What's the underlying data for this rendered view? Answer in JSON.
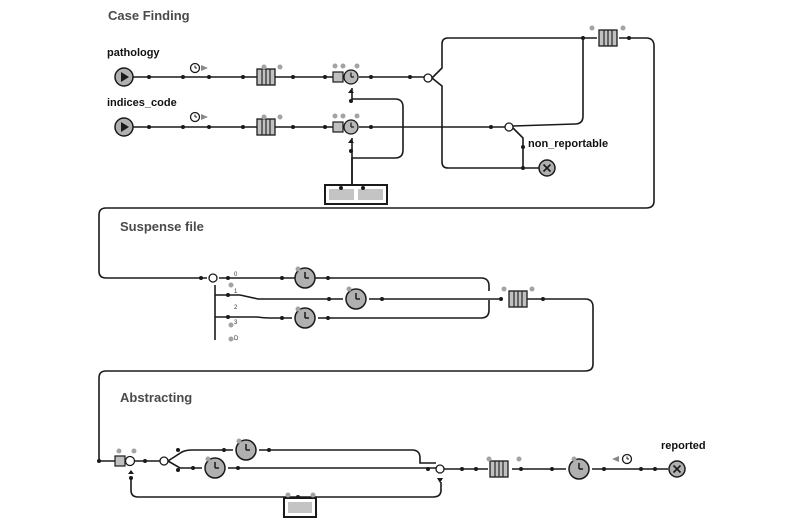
{
  "sections": {
    "case_finding": "Case Finding",
    "suspense_file": "Suspense file",
    "abstracting": "Abstracting"
  },
  "labels": {
    "pathology": "pathology",
    "indices_code": "indices_code",
    "non_reportable": "non_reportable",
    "reported": "reported"
  },
  "ports": {
    "p0": "0",
    "p1": "1",
    "p2": "2",
    "p3": "3",
    "pd": "D"
  },
  "colors": {
    "line": "#1a1a1a",
    "block_fill": "#a8a8a8",
    "resource_fill": "#c4c4c4",
    "port_gray": "#a3a3a3"
  },
  "icons": {
    "source": "play-icon",
    "sink": "x-icon",
    "delay": "clock-icon",
    "queue": "queue-icon",
    "select": "fork-icon",
    "resource": "resource-pool-icon"
  }
}
